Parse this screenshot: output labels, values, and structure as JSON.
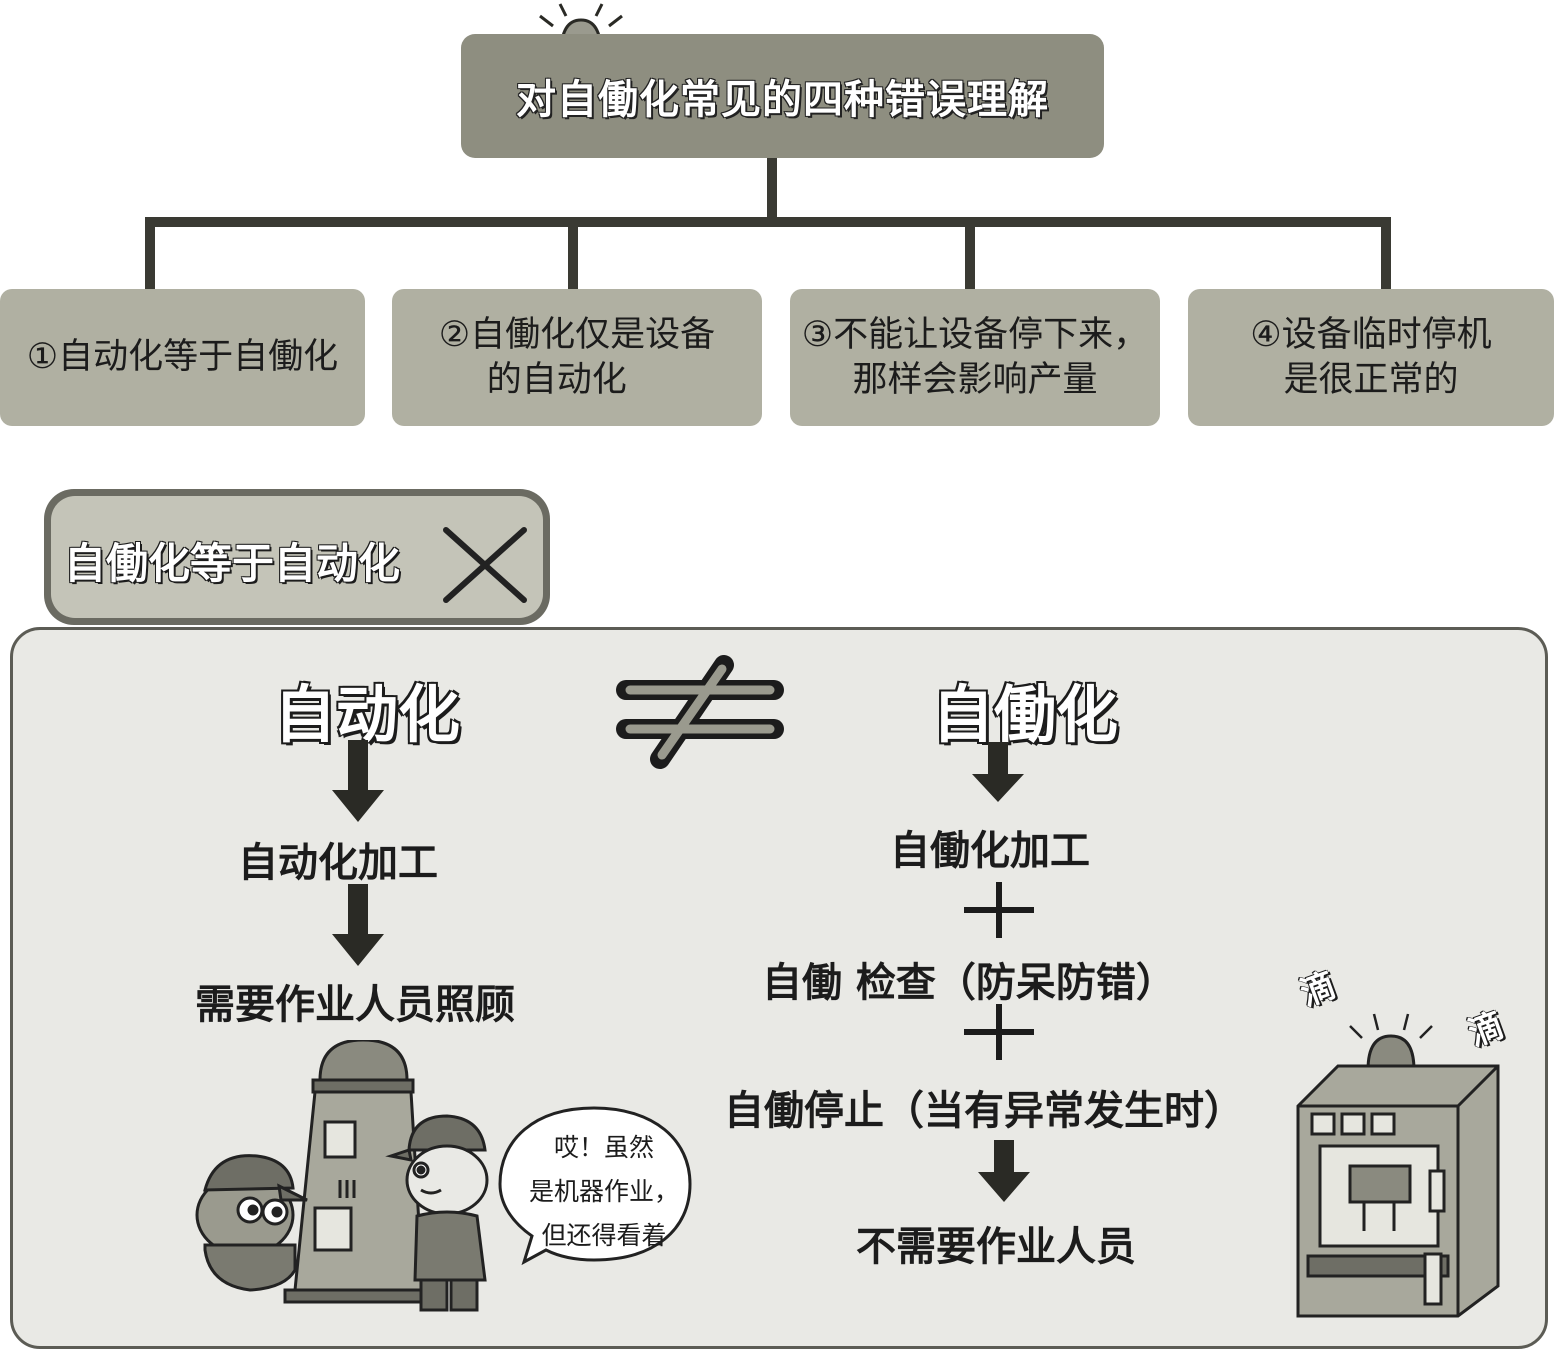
{
  "title": "对自働化常见的四种错误理解",
  "categories": [
    {
      "line1": "①自动化等于自働化",
      "line2": ""
    },
    {
      "line1": "②自働化仅是设备",
      "line2": "的自动化"
    },
    {
      "line1": "③不能让设备停下来，",
      "line2": "那样会影响产量"
    },
    {
      "line1": "④设备临时停机",
      "line2": "是很正常的"
    }
  ],
  "section_label": "自働化等于自动化",
  "left": {
    "heading": "自动化",
    "step1": "自动化加工",
    "step2": "需要作业人员照顾"
  },
  "right": {
    "heading": "自働化",
    "step1": "自働化加工",
    "step2": "自働 检查（防呆防错）",
    "step3": "自働停止（当有异常发生时）",
    "result": "不需要作业人员"
  },
  "speech_bubble": {
    "line1": "哎！虽然",
    "line2": "是机器作业，",
    "line3": "但还得看着"
  },
  "sound_effect": {
    "first": "滴",
    "second": "滴"
  },
  "icons": [
    "alarm-light-icon",
    "cross-icon",
    "not-equal-icon",
    "down-arrow-icon",
    "plus-icon",
    "machine-illustration",
    "worker-illustration"
  ],
  "colors": {
    "title_box": "#8e8e80",
    "category_box": "#b0b0a2",
    "panel": "#e9e9e5",
    "line": "#3a3a33"
  }
}
